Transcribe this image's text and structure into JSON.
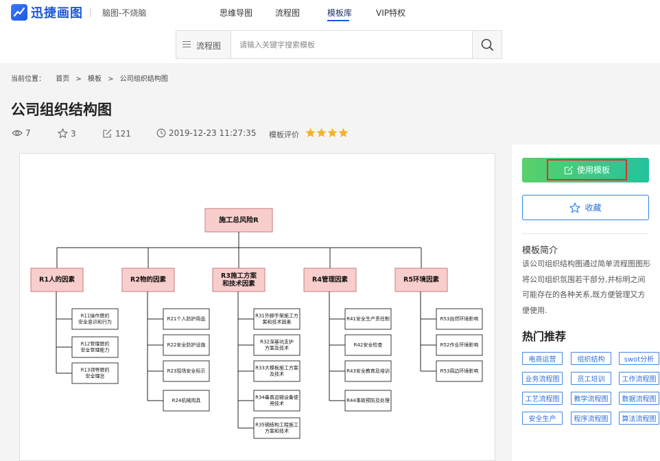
{
  "brand": {
    "name": "迅捷画图",
    "slogan": "脑图-不烧脑"
  },
  "nav": [
    {
      "label": "思维导图"
    },
    {
      "label": "流程图"
    },
    {
      "label": "模板库"
    },
    {
      "label": "VIP特权"
    }
  ],
  "search": {
    "category": "流程图",
    "placeholder": "请输入关键字搜索模板"
  },
  "breadcrumb": {
    "prefix": "当前位置：",
    "items": [
      "首页",
      "模板",
      "公司组织结构图"
    ],
    "separator": ">"
  },
  "template": {
    "title": "公司组织结构图",
    "views": "7",
    "likes": "3",
    "edits": "121",
    "date": "2019-12-23 11:27:35",
    "rating_label": "模板评价",
    "rating": 4
  },
  "sidebar": {
    "use_label": "使用模板",
    "fav_label": "收藏",
    "intro_title": "模板简介",
    "intro_text": "该公司组织结构图通过简单流程图图形将公司组织氛围若干部分,并标明之间可能存在的各种关系,既方便管理又方便使用.",
    "hot_title": "热门推荐",
    "tags": [
      "电商运营",
      "组织结构",
      "swot分析",
      "业务流程图",
      "员工培训",
      "工作流程图",
      "工艺流程图",
      "教学流程图",
      "数据流程图",
      "安全生产",
      "程序流程图",
      "算法流程图"
    ]
  },
  "diagram": {
    "root": "施工总风险R",
    "branches": [
      {
        "label": [
          "R1人的因素"
        ],
        "children": [
          [
            "R11操作层的",
            "安全意识和行为"
          ],
          [
            "R12管理层的",
            "安全管理能力"
          ],
          [
            "R13领导层的",
            "安全理念"
          ]
        ]
      },
      {
        "label": [
          "R2物的因素"
        ],
        "children": [
          [
            "R21个人防护用品"
          ],
          [
            "R22安全防护设施"
          ],
          [
            "R23现场安全标示"
          ],
          [
            "R24机械用具"
          ]
        ]
      },
      {
        "label": [
          "R3施工方案",
          "和技术因素"
        ],
        "children": [
          [
            "R31外脚手架施工方",
            "案和技术因素"
          ],
          [
            "R32深基坑支护",
            "方案及技术"
          ],
          [
            "R33大模板施工方案",
            "及技术"
          ],
          [
            "R34垂直运输设备使",
            "用技术"
          ],
          [
            "R35钢结构工程施工",
            "方案和技术"
          ]
        ]
      },
      {
        "label": [
          "R4管理因素"
        ],
        "children": [
          [
            "R41安全生产责任制"
          ],
          [
            "R42安全检查"
          ],
          [
            "R43安全教育及培训"
          ],
          [
            "R44事故预防及处理"
          ]
        ]
      },
      {
        "label": [
          "R5环境因素"
        ],
        "children": [
          [
            "R53自然环境影响"
          ],
          [
            "R52作业环境影响"
          ],
          [
            "R53周边环境影响"
          ]
        ]
      }
    ]
  },
  "colors": {
    "accent": "#1c56e0",
    "node_fill": "#f8cecc",
    "node_stroke": "#c87b7b",
    "star": "#f5b321",
    "tag": "#3e86e4"
  }
}
